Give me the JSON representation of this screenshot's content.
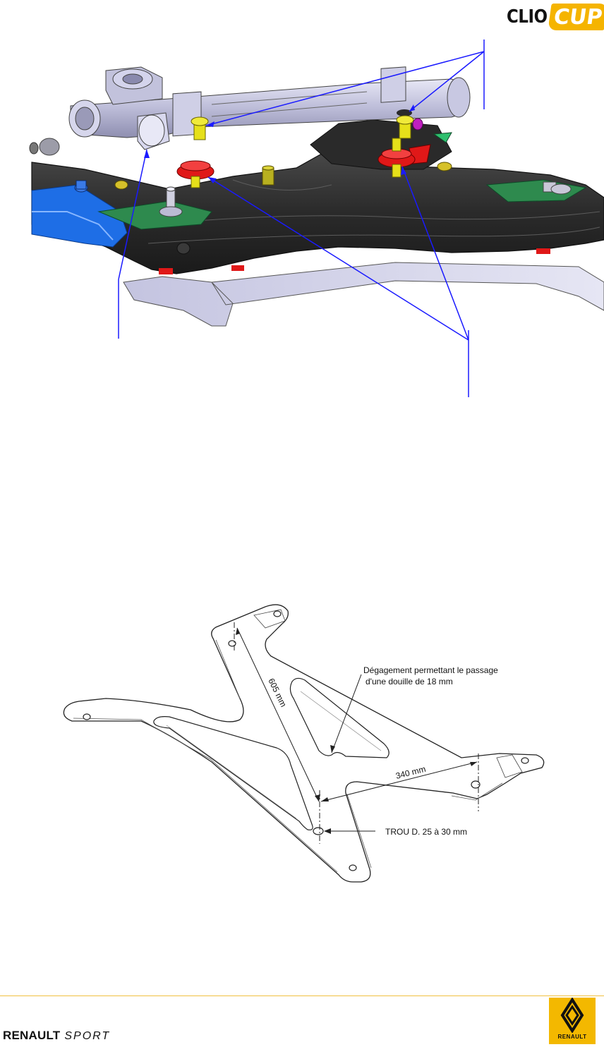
{
  "header": {
    "logo_clio": "CLIO",
    "logo_cup": "CUP",
    "logo_cup_color": "#f5b400"
  },
  "diagram": {
    "callout_line_color": "#1a1aff",
    "parts": {
      "subframe_color": "#2b2b2b",
      "steering_rack_color": "#c8c8e4",
      "spacer_color": "#e01818",
      "bolt_color": "#e6e01a",
      "bracket_color": "#2e8a4e",
      "plate_color": "#d4d4ec"
    }
  },
  "drawing": {
    "annotation_clearance": "Dégagement permettant le passage d'une douille de 18 mm",
    "annotation_clearance_line1": "Dégagement permettant le passage",
    "annotation_clearance_line2": "d'une douille de 18 mm",
    "dim_length": "605 mm",
    "dim_width": "340 mm",
    "annotation_hole": "TROU D. 25 à 30 mm"
  },
  "footer": {
    "brand_renault": "RENAULT",
    "brand_sport": "SPORT",
    "badge_text": "RENAULT",
    "rule_color": "#f0c040",
    "badge_color": "#f3b800"
  }
}
